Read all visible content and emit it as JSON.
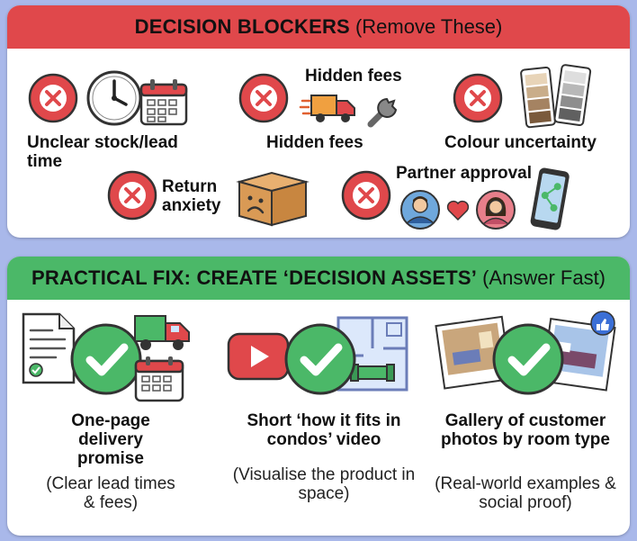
{
  "blockers": {
    "title_bold": "DECISION BLOCKERS",
    "title_light": "(Remove These)",
    "items": [
      {
        "label": "Unclear stock/lead time"
      },
      {
        "label": "Hidden fees",
        "top_label": "Hidden fees"
      },
      {
        "label": "Colour uncertainty"
      },
      {
        "label": "Return anxiety"
      },
      {
        "label": "Partner approval"
      }
    ]
  },
  "fixes": {
    "title_bold": "PRACTICAL FIX: CREATE ‘DECISION ASSETS’",
    "title_light": "(Answer Fast)",
    "items": [
      {
        "title": "One-page delivery promise",
        "sub": "(Clear lead times & fees)"
      },
      {
        "title": "Short ‘how it fits in condos’ video",
        "sub": "(Visualise the product in space)"
      },
      {
        "title": "Gallery of customer photos by room type",
        "sub": "(Real-world examples & social proof)"
      }
    ]
  },
  "colors": {
    "blocker_red": "#e0484b",
    "fix_green": "#4bb868",
    "background": "#a9b8ea"
  }
}
